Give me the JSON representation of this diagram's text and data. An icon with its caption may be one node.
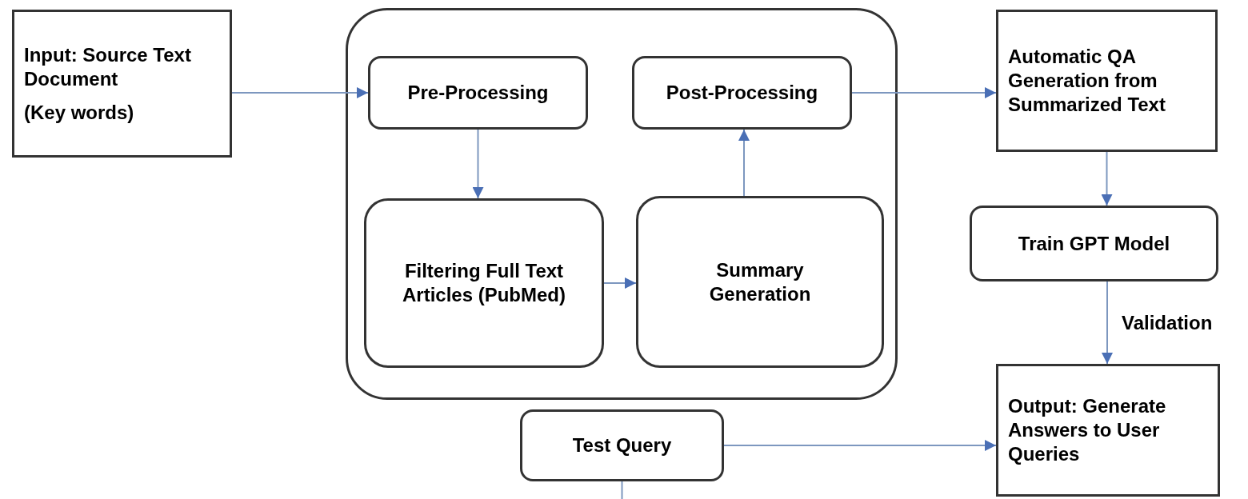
{
  "diagram": {
    "nodes": [
      {
        "text": [
          "Input: Source Text Document",
          "(Key words)"
        ]
      },
      {
        "text": [],
        "shape": "box"
      },
      {
        "text": [
          "Pre-Processing"
        ],
        "in": 1
      },
      {
        "text": [
          "Post-Processing"
        ],
        "in": 1
      },
      {
        "text": [
          "Filtering Full Text Articles (PubMed)"
        ],
        "in": 1
      },
      {
        "text": [
          "Summary Generation"
        ],
        "in": 1
      },
      {
        "text": [
          "Automatic QA Generation from Summarized Text"
        ]
      },
      {
        "text": [
          "Train GPT Model"
        ]
      },
      {
        "text": [
          "Output: Generate Answers to User Queries"
        ]
      },
      {
        "text": [
          "Test Query"
        ]
      }
    ],
    "edges": [
      {
        "from": 0,
        "to": 2,
        "arrow": "to"
      },
      {
        "from": 2,
        "to": 4,
        "arrow": "to"
      },
      {
        "from": 4,
        "to": 5,
        "arrow": "to"
      },
      {
        "from": 5,
        "to": 3,
        "arrow": "to"
      },
      {
        "from": 3,
        "to": 6,
        "arrow": "to"
      },
      {
        "from": 6,
        "to": 7,
        "arrow": "to"
      },
      {
        "from": 7,
        "to": 8,
        "arrow": "to",
        "label": "Validation"
      },
      {
        "from": 9,
        "to": 8,
        "arrow": "to"
      },
      {
        "from": 9,
        "to": null,
        "arrow": "none"
      }
    ]
  }
}
